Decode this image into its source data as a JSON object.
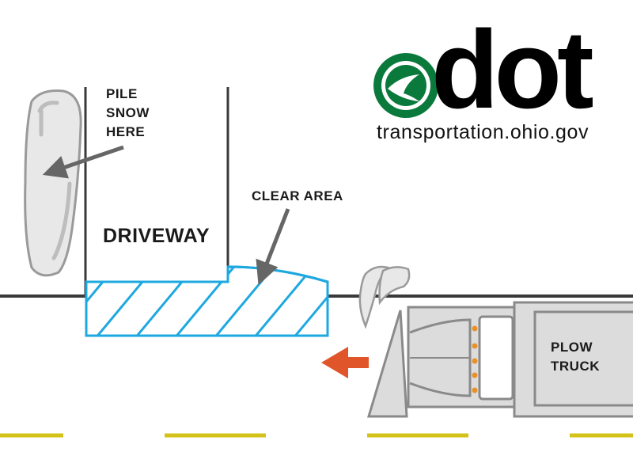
{
  "logo": {
    "word": "dot",
    "url": "transportation.ohio.gov",
    "brand_color": "#0a7a3c"
  },
  "labels": {
    "pile_lines": [
      "PILE",
      "SNOW",
      "HERE"
    ],
    "clear_area": "CLEAR AREA",
    "driveway": "DRIVEWAY",
    "truck_lines": [
      "PLOW",
      "TRUCK"
    ]
  },
  "colors": {
    "road_line": "#3a3a3a",
    "clear_zone": "#1ea8e0",
    "lane_marking": "#d4c21a",
    "direction_arrow": "#e0552a",
    "pointer_arrow": "#666666",
    "snow_pile_fill": "#e8e8e8",
    "truck_fill": "#dcdcdc",
    "truck_lights": "#e8902a"
  },
  "icons": {
    "logo_mark": "ohio-dot-swoosh-icon",
    "direction": "left-arrow-icon"
  }
}
